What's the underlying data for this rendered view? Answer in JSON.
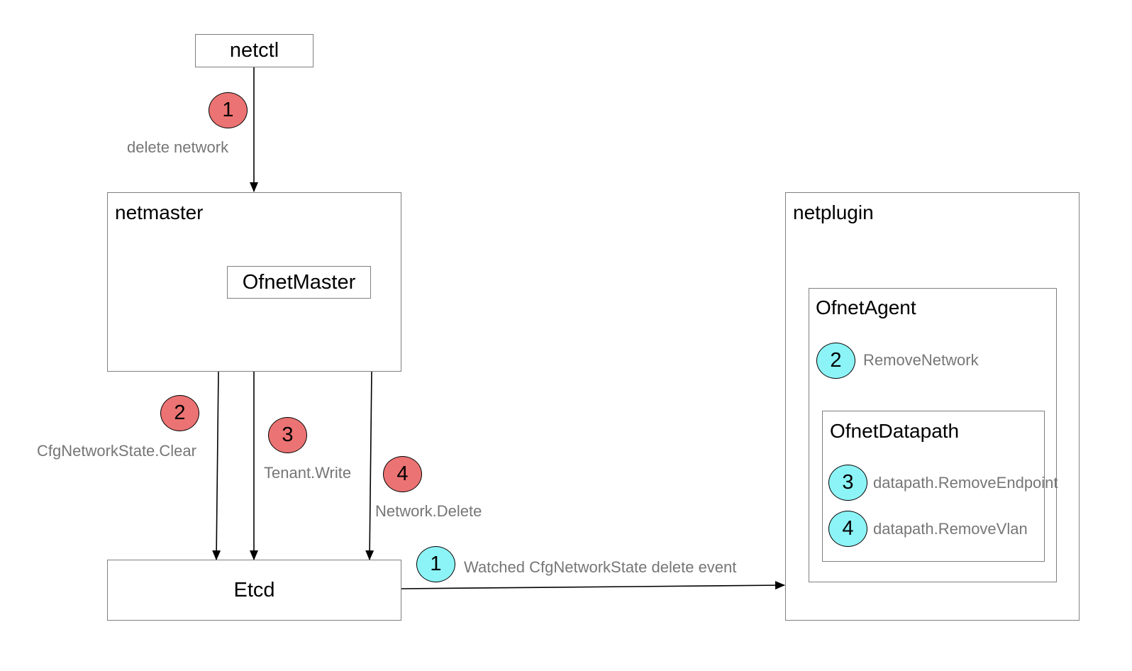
{
  "nodes": {
    "netctl": "netctl",
    "netmaster": "netmaster",
    "ofnet_master": "OfnetMaster",
    "etcd": "Etcd",
    "netplugin": "netplugin",
    "ofnet_agent": "OfnetAgent",
    "ofnet_datapath": "OfnetDatapath"
  },
  "steps": {
    "delete_network": {
      "num": "1",
      "label": "delete network"
    },
    "cfg_clear": {
      "num": "2",
      "label": "CfgNetworkState.Clear"
    },
    "tenant_write": {
      "num": "3",
      "label": "Tenant.Write"
    },
    "network_delete": {
      "num": "4",
      "label": "Network.Delete"
    },
    "watched": {
      "num": "1",
      "label": "Watched CfgNetworkState delete event"
    },
    "remove_network": {
      "num": "2",
      "label": "RemoveNetwork"
    },
    "remove_endpoint": {
      "num": "3",
      "label": "datapath.RemoveEndpoint"
    },
    "remove_vlan": {
      "num": "4",
      "label": "datapath.RemoveVlan"
    }
  },
  "colors": {
    "red_badge": "#ec7373",
    "cyan_badge": "#8cf4f6",
    "border": "#7f7f7f",
    "label_text": "#767676"
  }
}
